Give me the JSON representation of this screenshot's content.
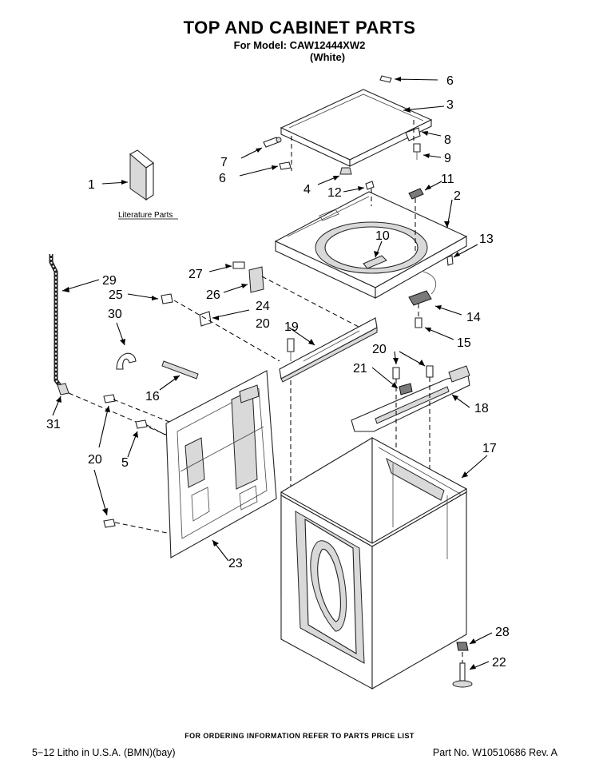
{
  "header": {
    "title": "TOP AND CABINET PARTS",
    "model_line": "For Model: CAW12444XW2",
    "color_line": "(White)"
  },
  "diagram": {
    "literature_label": "Literature Parts",
    "callouts": {
      "c1": "1",
      "c2": "2",
      "c3": "3",
      "c4": "4",
      "c5": "5",
      "c6a": "6",
      "c6b": "6",
      "c7": "7",
      "c8": "8",
      "c9": "9",
      "c10": "10",
      "c11": "11",
      "c12": "12",
      "c13": "13",
      "c14": "14",
      "c15": "15",
      "c16": "16",
      "c17": "17",
      "c18": "18",
      "c19": "19",
      "c20a": "20",
      "c20b": "20",
      "c20c": "20",
      "c21": "21",
      "c22": "22",
      "c23": "23",
      "c24": "24",
      "c25": "25",
      "c26": "26",
      "c27": "27",
      "c28": "28",
      "c29": "29",
      "c30": "30",
      "c31": "31"
    }
  },
  "footer": {
    "ordering_note": "FOR ORDERING INFORMATION REFER TO PARTS PRICE LIST",
    "litho": "5−12 Litho in U.S.A. (BMN)(bay)",
    "part_no": "Part No. W10510686 Rev. A"
  }
}
